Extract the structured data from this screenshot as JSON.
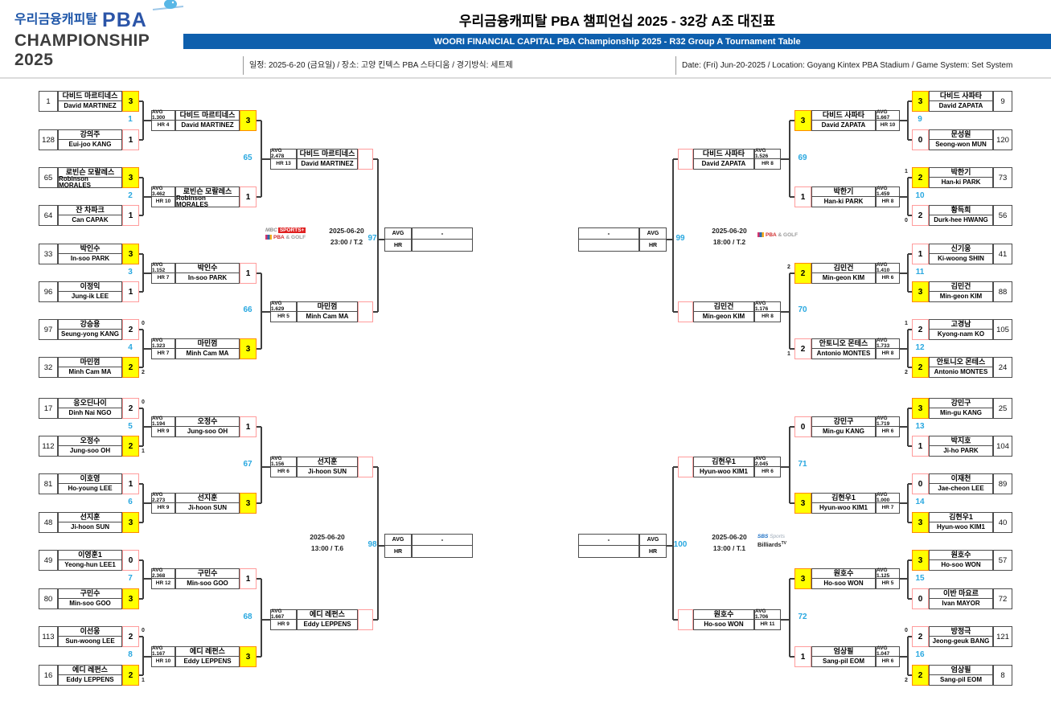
{
  "header": {
    "logo_korean": "우리금융캐피탈",
    "logo_pba": "PBA",
    "logo_championship": "CHAMPIONSHIP 2025",
    "title_ko": "우리금융캐피탈 PBA 챔피언십 2025 - 32강 A조 대진표",
    "title_en": "WOORI FINANCIAL CAPITAL PBA Championship 2025 - R32 Group A Tournament Table",
    "info_ko": "일정: 2025-6-20 (금요일) / 장소: 고양 킨텍스 PBA 스타디움 / 경기방식: 세트제",
    "info_en": "Date: (Fri) Jun-20-2025 / Location: Goyang Kintex PBA Stadium / Game System: Set System"
  },
  "sf_slot": {
    "avg_label": "AVG",
    "hr_label": "HR",
    "value": "-"
  },
  "broadcasters": {
    "mbc": {
      "line1_a": "MBC",
      "line1_b": "SPORTS+",
      "line2_a": "PBA",
      "line2_b": "& GOLF"
    },
    "pba": {
      "line1_a": "PBA",
      "line1_b": "& GOLF"
    },
    "sbs": {
      "line1_a": "SBS",
      "line1_b": "Sports",
      "line2_a": "Billiards",
      "line2_b": "TV"
    }
  },
  "r32": {
    "left": [
      {
        "no": "1",
        "players": [
          {
            "seed": "1",
            "ko": "다비드 마르티네스",
            "en": "David MARTINEZ",
            "score": "3",
            "win": true,
            "tb": null
          },
          {
            "seed": "128",
            "ko": "강의주",
            "en": "Eui-joo KANG",
            "score": "1",
            "win": false,
            "tb": null
          }
        ]
      },
      {
        "no": "2",
        "players": [
          {
            "seed": "65",
            "ko": "로빈슨 모랄레스",
            "en": "Robinson MORALES",
            "score": "3",
            "win": true,
            "tb": null
          },
          {
            "seed": "64",
            "ko": "잔 차파크",
            "en": "Can CAPAK",
            "score": "1",
            "win": false,
            "tb": null
          }
        ]
      },
      {
        "no": "3",
        "players": [
          {
            "seed": "33",
            "ko": "박인수",
            "en": "In-soo PARK",
            "score": "3",
            "win": true,
            "tb": null
          },
          {
            "seed": "96",
            "ko": "이정익",
            "en": "Jung-ik LEE",
            "score": "1",
            "win": false,
            "tb": null
          }
        ]
      },
      {
        "no": "4",
        "players": [
          {
            "seed": "97",
            "ko": "강승용",
            "en": "Seung-yong KANG",
            "score": "2",
            "win": false,
            "tb": "0"
          },
          {
            "seed": "32",
            "ko": "마민껌",
            "en": "Minh Cam MA",
            "score": "2",
            "win": true,
            "tb": "2"
          }
        ]
      },
      {
        "no": "5",
        "players": [
          {
            "seed": "17",
            "ko": "응오딘나이",
            "en": "Dinh Nai NGO",
            "score": "2",
            "win": false,
            "tb": "0"
          },
          {
            "seed": "112",
            "ko": "오정수",
            "en": "Jung-soo OH",
            "score": "2",
            "win": true,
            "tb": "1"
          }
        ]
      },
      {
        "no": "6",
        "players": [
          {
            "seed": "81",
            "ko": "이호영",
            "en": "Ho-young LEE",
            "score": "1",
            "win": false,
            "tb": null
          },
          {
            "seed": "48",
            "ko": "선지훈",
            "en": "Ji-hoon SUN",
            "score": "3",
            "win": true,
            "tb": null
          }
        ]
      },
      {
        "no": "7",
        "players": [
          {
            "seed": "49",
            "ko": "이영훈1",
            "en": "Yeong-hun LEE1",
            "score": "0",
            "win": false,
            "tb": null
          },
          {
            "seed": "80",
            "ko": "구민수",
            "en": "Min-soo GOO",
            "score": "3",
            "win": true,
            "tb": null
          }
        ]
      },
      {
        "no": "8",
        "players": [
          {
            "seed": "113",
            "ko": "이선웅",
            "en": "Sun-woong LEE",
            "score": "2",
            "win": false,
            "tb": "0"
          },
          {
            "seed": "16",
            "ko": "에디 레펀스",
            "en": "Eddy LEPPENS",
            "score": "2",
            "win": true,
            "tb": "1"
          }
        ]
      }
    ],
    "right": [
      {
        "no": "9",
        "players": [
          {
            "seed": "9",
            "ko": "다비드 사파타",
            "en": "David ZAPATA",
            "score": "3",
            "win": true,
            "tb": null
          },
          {
            "seed": "120",
            "ko": "문성원",
            "en": "Seong-won MUN",
            "score": "0",
            "win": false,
            "tb": null
          }
        ]
      },
      {
        "no": "10",
        "players": [
          {
            "seed": "73",
            "ko": "박한기",
            "en": "Han-ki PARK",
            "score": "2",
            "win": true,
            "tb": "1"
          },
          {
            "seed": "56",
            "ko": "황득희",
            "en": "Durk-hee HWANG",
            "score": "2",
            "win": false,
            "tb": "0"
          }
        ]
      },
      {
        "no": "11",
        "players": [
          {
            "seed": "41",
            "ko": "신기웅",
            "en": "Ki-woong SHIN",
            "score": "1",
            "win": false,
            "tb": null
          },
          {
            "seed": "88",
            "ko": "김민건",
            "en": "Min-geon KIM",
            "score": "3",
            "win": true,
            "tb": null
          }
        ]
      },
      {
        "no": "12",
        "players": [
          {
            "seed": "105",
            "ko": "고경남",
            "en": "Kyong-nam KO",
            "score": "2",
            "win": false,
            "tb": "1"
          },
          {
            "seed": "24",
            "ko": "안토니오 몬테스",
            "en": "Antonio MONTES",
            "score": "2",
            "win": true,
            "tb": "2"
          }
        ]
      },
      {
        "no": "13",
        "players": [
          {
            "seed": "25",
            "ko": "강민구",
            "en": "Min-gu KANG",
            "score": "3",
            "win": true,
            "tb": null
          },
          {
            "seed": "104",
            "ko": "박지호",
            "en": "Ji-ho PARK",
            "score": "1",
            "win": false,
            "tb": null
          }
        ]
      },
      {
        "no": "14",
        "players": [
          {
            "seed": "89",
            "ko": "이재천",
            "en": "Jae-cheon LEE",
            "score": "0",
            "win": false,
            "tb": null
          },
          {
            "seed": "40",
            "ko": "김현우1",
            "en": "Hyun-woo KIM1",
            "score": "3",
            "win": true,
            "tb": null
          }
        ]
      },
      {
        "no": "15",
        "players": [
          {
            "seed": "57",
            "ko": "원호수",
            "en": "Ho-soo WON",
            "score": "3",
            "win": true,
            "tb": null
          },
          {
            "seed": "72",
            "ko": "이반 마요르",
            "en": "Ivan MAYOR",
            "score": "0",
            "win": false,
            "tb": null
          }
        ]
      },
      {
        "no": "16",
        "players": [
          {
            "seed": "121",
            "ko": "방정극",
            "en": "Jeong-geuk BANG",
            "score": "2",
            "win": false,
            "tb": "0"
          },
          {
            "seed": "8",
            "ko": "엄상필",
            "en": "Sang-pil EOM",
            "score": "2",
            "win": true,
            "tb": "2"
          }
        ]
      }
    ]
  },
  "r16": {
    "left": [
      {
        "no": "65",
        "players": [
          {
            "avg": "AVG 1.300",
            "hr": "HR 4",
            "ko": "다비드 마르티네스",
            "en": "David MARTINEZ",
            "score": "3",
            "win": true,
            "tb": null
          },
          {
            "avg": "AVG 3.462",
            "hr": "HR 10",
            "ko": "로빈슨 모랄레스",
            "en": "Robinson MORALES",
            "score": "1",
            "win": false,
            "tb": null
          }
        ]
      },
      {
        "no": "66",
        "players": [
          {
            "avg": "AVG 1.152",
            "hr": "HR 7",
            "ko": "박인수",
            "en": "In-soo PARK",
            "score": "1",
            "win": false,
            "tb": null
          },
          {
            "avg": "AVG 1.323",
            "hr": "HR 7",
            "ko": "마민껌",
            "en": "Minh Cam MA",
            "score": "3",
            "win": true,
            "tb": null
          }
        ]
      },
      {
        "no": "67",
        "players": [
          {
            "avg": "AVG 1.194",
            "hr": "HR 9",
            "ko": "오정수",
            "en": "Jung-soo OH",
            "score": "1",
            "win": false,
            "tb": null
          },
          {
            "avg": "AVG 2.273",
            "hr": "HR 9",
            "ko": "선지훈",
            "en": "Ji-hoon SUN",
            "score": "3",
            "win": true,
            "tb": null
          }
        ]
      },
      {
        "no": "68",
        "players": [
          {
            "avg": "AVG 2.368",
            "hr": "HR 12",
            "ko": "구민수",
            "en": "Min-soo GOO",
            "score": "1",
            "win": false,
            "tb": null
          },
          {
            "avg": "AVG 1.167",
            "hr": "HR 10",
            "ko": "에디 레펀스",
            "en": "Eddy LEPPENS",
            "score": "3",
            "win": true,
            "tb": null
          }
        ]
      }
    ],
    "right": [
      {
        "no": "69",
        "players": [
          {
            "avg": "AVG 1.667",
            "hr": "HR 10",
            "ko": "다비드 사파타",
            "en": "David ZAPATA",
            "score": "3",
            "win": true,
            "tb": null
          },
          {
            "avg": "AVG 1.459",
            "hr": "HR 8",
            "ko": "박한기",
            "en": "Han-ki PARK",
            "score": "1",
            "win": false,
            "tb": null
          }
        ]
      },
      {
        "no": "70",
        "players": [
          {
            "avg": "AVG 1.410",
            "hr": "HR 6",
            "ko": "김민건",
            "en": "Min-geon KIM",
            "score": "2",
            "win": true,
            "tb": "2"
          },
          {
            "avg": "AVG 1.733",
            "hr": "HR 8",
            "ko": "안토니오 몬테스",
            "en": "Antonio MONTES",
            "score": "2",
            "win": false,
            "tb": "1"
          }
        ]
      },
      {
        "no": "71",
        "players": [
          {
            "avg": "AVG 1.719",
            "hr": "HR 6",
            "ko": "강민구",
            "en": "Min-gu KANG",
            "score": "0",
            "win": false,
            "tb": null
          },
          {
            "avg": "AVG 1.000",
            "hr": "HR 7",
            "ko": "김현우1",
            "en": "Hyun-woo KIM1",
            "score": "3",
            "win": true,
            "tb": null
          }
        ]
      },
      {
        "no": "72",
        "players": [
          {
            "avg": "AVG 1.125",
            "hr": "HR 5",
            "ko": "원호수",
            "en": "Ho-soo WON",
            "score": "3",
            "win": true,
            "tb": null
          },
          {
            "avg": "AVG 1.047",
            "hr": "HR 6",
            "ko": "엄상필",
            "en": "Sang-pil EOM",
            "score": "1",
            "win": false,
            "tb": null
          }
        ]
      }
    ]
  },
  "qf": {
    "left": [
      {
        "no": "97",
        "date": "2025-06-20",
        "time": "23:00 / T.2",
        "logo": "mbc",
        "players": [
          {
            "avg": "AVG 2.478",
            "hr": "HR 13",
            "ko": "다비드 마르티네스",
            "en": "David MARTINEZ"
          },
          {
            "avg": "AVG 1.629",
            "hr": "HR 5",
            "ko": "마민껌",
            "en": "Minh Cam MA"
          }
        ]
      },
      {
        "no": "98",
        "date": "2025-06-20",
        "time": "13:00 / T.6",
        "logo": "none",
        "players": [
          {
            "avg": "AVG 1.156",
            "hr": "HR 6",
            "ko": "선지훈",
            "en": "Ji-hoon SUN"
          },
          {
            "avg": "AVG 1.667",
            "hr": "HR 9",
            "ko": "에디 레펀스",
            "en": "Eddy LEPPENS"
          }
        ]
      }
    ],
    "right": [
      {
        "no": "99",
        "date": "2025-06-20",
        "time": "18:00 / T.2",
        "logo": "pba",
        "players": [
          {
            "avg": "AVG 1.526",
            "hr": "HR 8",
            "ko": "다비드 사파타",
            "en": "David ZAPATA"
          },
          {
            "avg": "AVG 1.176",
            "hr": "HR 8",
            "ko": "김민건",
            "en": "Min-geon KIM"
          }
        ]
      },
      {
        "no": "100",
        "date": "2025-06-20",
        "time": "13:00 / T.1",
        "logo": "sbs",
        "players": [
          {
            "avg": "AVG 2.045",
            "hr": "HR 6",
            "ko": "김현우1",
            "en": "Hyun-woo KIM1"
          },
          {
            "avg": "AVG 1.706",
            "hr": "HR 11",
            "ko": "원호수",
            "en": "Ho-soo WON"
          }
        ]
      }
    ]
  }
}
